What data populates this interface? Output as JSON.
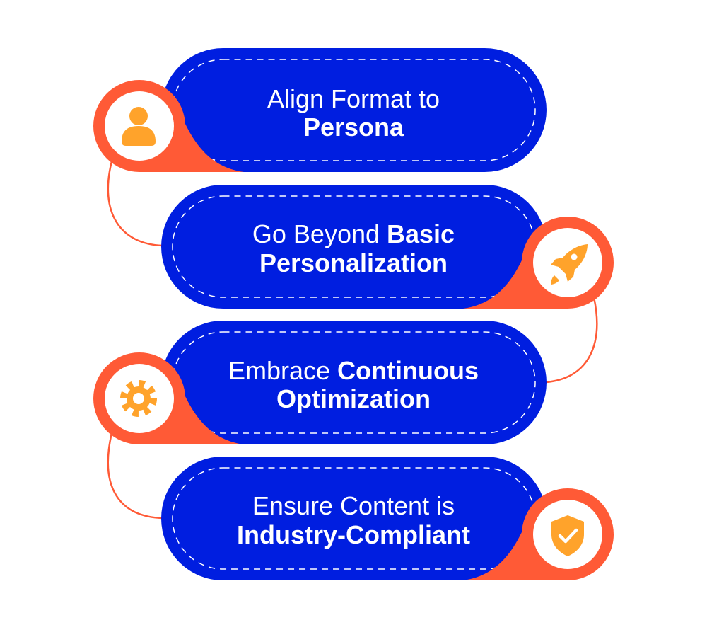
{
  "colors": {
    "pill": "#001EE0",
    "pin": "#FF5A36",
    "icon": "#FFA32B",
    "text": "#FFFFFF"
  },
  "steps": [
    {
      "icon": "person-icon",
      "line1": [
        {
          "text": "Align Format to",
          "bold": false
        }
      ],
      "line2": [
        {
          "text": "Persona",
          "bold": true
        }
      ]
    },
    {
      "icon": "rocket-icon",
      "line1": [
        {
          "text": "Go Beyond ",
          "bold": false
        },
        {
          "text": "Basic",
          "bold": true
        }
      ],
      "line2": [
        {
          "text": "Personalization",
          "bold": true
        }
      ]
    },
    {
      "icon": "gear-icon",
      "line1": [
        {
          "text": "Embrace ",
          "bold": false
        },
        {
          "text": "Continuous",
          "bold": true
        }
      ],
      "line2": [
        {
          "text": "Optimization",
          "bold": true
        }
      ]
    },
    {
      "icon": "shield-check-icon",
      "line1": [
        {
          "text": "Ensure Content is",
          "bold": false
        }
      ],
      "line2": [
        {
          "text": "Industry-Compliant",
          "bold": true
        }
      ]
    }
  ]
}
